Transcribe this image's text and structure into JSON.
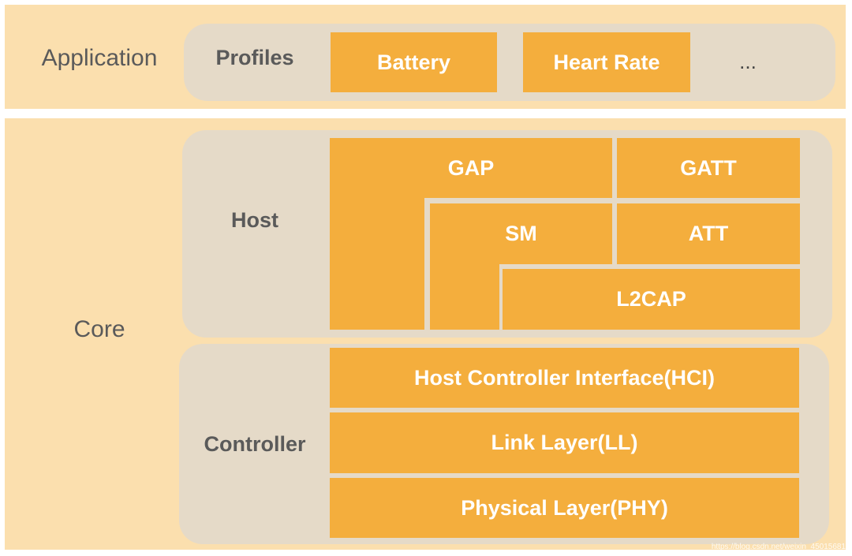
{
  "application": {
    "title": "Application",
    "profiles_label": "Profiles",
    "profiles": [
      "Battery",
      "Heart Rate"
    ],
    "more": "..."
  },
  "core": {
    "title": "Core",
    "host": {
      "label": "Host",
      "gap": "GAP",
      "gatt": "GATT",
      "sm": "SM",
      "att": "ATT",
      "l2cap": "L2CAP"
    },
    "controller": {
      "label": "Controller",
      "layers": [
        "Host Controller Interface(HCI)",
        "Link Layer(LL)",
        "Physical Layer(PHY)"
      ]
    }
  },
  "watermark": "https://blog.csdn.net/weixin_45015681",
  "colors": {
    "band": "#fbdfae",
    "panel": "#e5dac8",
    "box": "#f4ae3d",
    "label_text": "#5a5a5a",
    "box_text": "#ffffff"
  }
}
